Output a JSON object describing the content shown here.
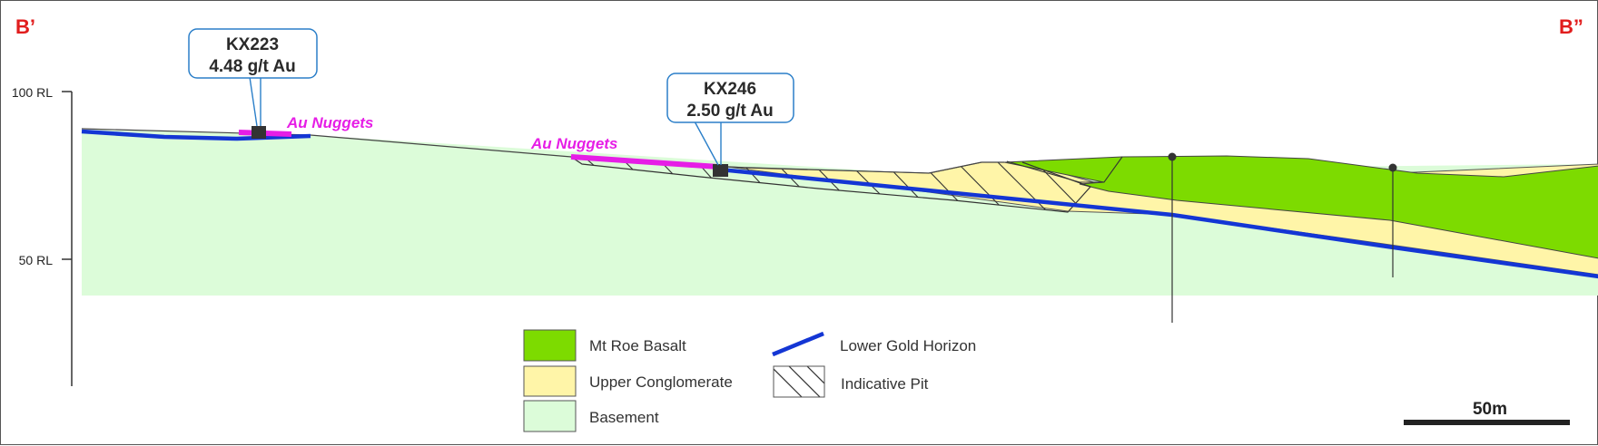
{
  "section": {
    "start_label": "B’",
    "end_label": "B”"
  },
  "axis": {
    "tick_100": "100 RL",
    "tick_50": "50 RL"
  },
  "annotations": {
    "nuggets_1": "Au Nuggets",
    "nuggets_2": "Au Nuggets"
  },
  "callouts": [
    {
      "hole": "KX223",
      "grade": "4.48 g/t Au"
    },
    {
      "hole": "KX246",
      "grade": "2.50 g/t Au"
    }
  ],
  "legend": {
    "basalt": "Mt Roe Basalt",
    "conglomerate": "Upper Conglomerate",
    "basement": "Basement",
    "gold_horizon": "Lower Gold Horizon",
    "pit": "Indicative Pit"
  },
  "scale_bar": {
    "label": "50m"
  },
  "colors": {
    "basalt": "#7ddb00",
    "conglomerate": "#fff5a8",
    "basement": "#dcfcd9",
    "gold_horizon": "#1436d4",
    "nuggets": "#e61ee6",
    "section_label": "#e11d1d",
    "callout_border": "#2b7fc9"
  }
}
